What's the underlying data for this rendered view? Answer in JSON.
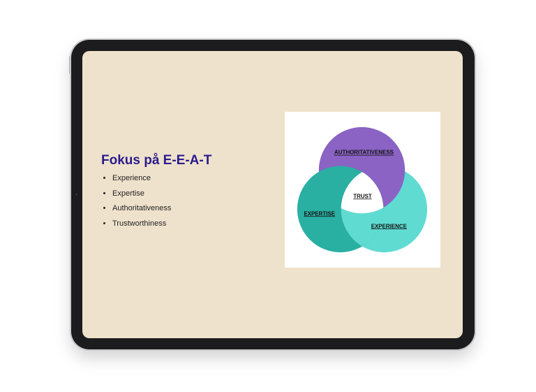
{
  "slide": {
    "title": "Fokus på E-E-A-T",
    "bullets": [
      "Experience",
      "Expertise",
      "Authoritativeness",
      "Trustworthiness"
    ]
  },
  "diagram": {
    "labels": {
      "authoritativeness": "AUTHORITATIVENESS",
      "trust": "TRUST",
      "expertise": "EXPERTISE",
      "experience": "EXPERIENCE"
    },
    "colors": {
      "authoritativeness": "#8a63c4",
      "expertise": "#2aafa3",
      "experience": "#5fdbd2",
      "trust": "#ffffff"
    }
  }
}
